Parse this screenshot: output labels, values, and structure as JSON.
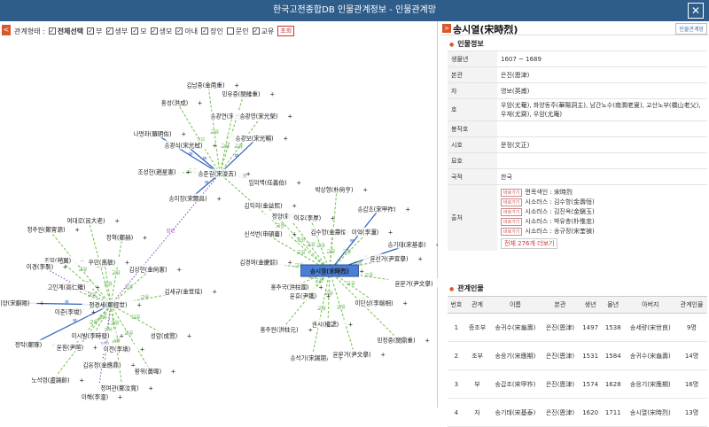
{
  "window": {
    "title": "한국고전종합DB 인물관계정보 - 인물관계망",
    "close": "✕"
  },
  "left": {
    "collapse": "<",
    "filters": {
      "label": "관계형태 :",
      "items": [
        {
          "label": "전체선택",
          "checked": true,
          "strong": true
        },
        {
          "label": "부",
          "checked": true
        },
        {
          "label": "생부",
          "checked": true
        },
        {
          "label": "모",
          "checked": true
        },
        {
          "label": "생모",
          "checked": true
        },
        {
          "label": "아내",
          "checked": true
        },
        {
          "label": "장인",
          "checked": true
        },
        {
          "label": "문인",
          "checked": false
        },
        {
          "label": "교유",
          "checked": true
        }
      ],
      "reset": "초회"
    }
  },
  "graph": {
    "center": "송시열(宋時烈)",
    "nodes": [
      {
        "id": "n0",
        "label": "송시열(宋時烈)"
      },
      {
        "id": "n1",
        "label": "송준길(宋浚吉)"
      },
      {
        "id": "n2",
        "label": "정경세(鄭經世)"
      },
      {
        "id": "n3",
        "label": "김남중(金南重)"
      },
      {
        "id": "n4",
        "label": "민유중(閔維重)"
      },
      {
        "id": "n5",
        "label": "홍성(洪成)"
      },
      {
        "id": "n6",
        "label": "송광연(宋光然)"
      },
      {
        "id": "n7",
        "label": "송광영(宋光榮)"
      },
      {
        "id": "n8",
        "label": "나명좌(羅明佐)"
      },
      {
        "id": "n9",
        "label": "송광보(宋光輔)"
      },
      {
        "id": "n10",
        "label": "송광식(宋光栻)"
      },
      {
        "id": "n11",
        "label": "조성헌(趙星憲)"
      },
      {
        "id": "n12",
        "label": "송이창(宋爾昌)"
      },
      {
        "id": "n13",
        "label": "임의백(任義伯)"
      },
      {
        "id": "n14",
        "label": "박상형(朴尙亨)"
      },
      {
        "id": "n15",
        "label": "송갑조(宋甲祚)"
      },
      {
        "id": "n16",
        "label": "김익희(金益熙)"
      },
      {
        "id": "n17",
        "label": "정양(鄭瀁)"
      },
      {
        "id": "n18",
        "label": "이후(李厚)"
      },
      {
        "id": "n19",
        "label": "김수항(金壽恒)"
      },
      {
        "id": "n20",
        "label": "이익(李瀷)"
      },
      {
        "id": "n21",
        "label": "신석번(申碩蕃)"
      },
      {
        "id": "n22",
        "label": "송기태(宋基泰)"
      },
      {
        "id": "n23",
        "label": "김경여(金慶餘)"
      },
      {
        "id": "n24",
        "label": "윤선거(尹宣擧)"
      },
      {
        "id": "n25",
        "label": "윤문거(尹文擧)"
      },
      {
        "id": "n26",
        "label": "홍주국(洪柱國)"
      },
      {
        "id": "n27",
        "label": "윤휴(尹鑴)"
      },
      {
        "id": "n28",
        "label": "이단상(李端相)"
      },
      {
        "id": "n29",
        "label": "홍주원(洪柱元)"
      },
      {
        "id": "n30",
        "label": "권시(權諰)"
      },
      {
        "id": "n31",
        "label": "민정중(閔鼎重)"
      },
      {
        "id": "n32",
        "label": "송석기(宋錫期)"
      },
      {
        "id": "n33",
        "label": "윤문거(尹文擧)"
      },
      {
        "id": "n34",
        "label": "정주원(鄭冑源)"
      },
      {
        "id": "n35",
        "label": "여대로(呂大老)"
      },
      {
        "id": "n36",
        "label": "정혁(鄭赫)"
      },
      {
        "id": "n37",
        "label": "조익(趙翼)"
      },
      {
        "id": "n38",
        "label": "우민(禹敏)"
      },
      {
        "id": "n39",
        "label": "이경(李褧)"
      },
      {
        "id": "n40",
        "label": "고인계(高仁繼)"
      },
      {
        "id": "n41",
        "label": "김상헌(金尙憲)"
      },
      {
        "id": "n42",
        "label": "김세규(金世珪)"
      },
      {
        "id": "n43",
        "label": "송기양(宋麒陽)"
      },
      {
        "id": "n44",
        "label": "이준(李埈)"
      },
      {
        "id": "n45",
        "label": "이시발(李時發)"
      },
      {
        "id": "n46",
        "label": "정탁(鄭琢)"
      },
      {
        "id": "n47",
        "label": "윤훤(尹暄)"
      },
      {
        "id": "n48",
        "label": "이전(李㙉)"
      },
      {
        "id": "n49",
        "label": "김응정(金應鼎)"
      },
      {
        "id": "n50",
        "label": "성람(成覽)"
      },
      {
        "id": "n51",
        "label": "노석령(盧錫齡)"
      },
      {
        "id": "n52",
        "label": "황위(黃暐)"
      },
      {
        "id": "n53",
        "label": "정여관(鄭汝寬)"
      },
      {
        "id": "n54",
        "label": "이해(李瀣)"
      }
    ],
    "edges": [
      {
        "from": "n1",
        "to": "n3",
        "label": "교유",
        "style": "dash"
      },
      {
        "from": "n1",
        "to": "n4",
        "label": "교유",
        "style": "dash"
      },
      {
        "from": "n1",
        "to": "n5",
        "label": "교유",
        "style": "dash"
      },
      {
        "from": "n1",
        "to": "n6",
        "label": "교유",
        "style": "dash"
      },
      {
        "from": "n1",
        "to": "n7",
        "label": "교유",
        "style": "dash"
      },
      {
        "from": "n1",
        "to": "n8",
        "label": "부",
        "style": "solid"
      },
      {
        "from": "n1",
        "to": "n9",
        "label": "부",
        "style": "solid"
      },
      {
        "from": "n1",
        "to": "n10",
        "label": "부",
        "style": "solid"
      },
      {
        "from": "n1",
        "to": "n11",
        "label": "교유",
        "style": "dash"
      },
      {
        "from": "n1",
        "to": "n12",
        "label": "부",
        "style": "solid"
      },
      {
        "from": "n1",
        "to": "n13",
        "label": "교유",
        "style": "dash"
      },
      {
        "from": "n1",
        "to": "n2",
        "label": "장인",
        "style": "dotted"
      },
      {
        "from": "n0",
        "to": "n1",
        "label": "교유",
        "style": "dash"
      },
      {
        "from": "n0",
        "to": "n14",
        "label": "교유",
        "style": "dash"
      },
      {
        "from": "n0",
        "to": "n15",
        "label": "부",
        "style": "solid"
      },
      {
        "from": "n0",
        "to": "n16",
        "label": "교유",
        "style": "dash"
      },
      {
        "from": "n0",
        "to": "n17",
        "label": "교유",
        "style": "dash"
      },
      {
        "from": "n0",
        "to": "n18",
        "label": "교유",
        "style": "dash"
      },
      {
        "from": "n0",
        "to": "n19",
        "label": "교유",
        "style": "dash"
      },
      {
        "from": "n0",
        "to": "n20",
        "label": "교유",
        "style": "dash"
      },
      {
        "from": "n0",
        "to": "n21",
        "label": "교유",
        "style": "dash"
      },
      {
        "from": "n0",
        "to": "n22",
        "label": "부",
        "style": "solid"
      },
      {
        "from": "n0",
        "to": "n23",
        "label": "교유",
        "style": "dash"
      },
      {
        "from": "n0",
        "to": "n24",
        "label": "교유",
        "style": "dash"
      },
      {
        "from": "n0",
        "to": "n25",
        "label": "교유",
        "style": "dash"
      },
      {
        "from": "n0",
        "to": "n26",
        "label": "교유",
        "style": "dash"
      },
      {
        "from": "n0",
        "to": "n27",
        "label": "교유",
        "style": "dash"
      },
      {
        "from": "n0",
        "to": "n28",
        "label": "교유",
        "style": "dash"
      },
      {
        "from": "n0",
        "to": "n29",
        "label": "교유",
        "style": "dash"
      },
      {
        "from": "n0",
        "to": "n30",
        "label": "교유",
        "style": "dash"
      },
      {
        "from": "n0",
        "to": "n31",
        "label": "교유",
        "style": "dash"
      },
      {
        "from": "n0",
        "to": "n32",
        "label": "교유",
        "style": "dash"
      },
      {
        "from": "n0",
        "to": "n33",
        "label": "교유",
        "style": "dash"
      },
      {
        "from": "n2",
        "to": "n34",
        "label": "교유",
        "style": "dash"
      },
      {
        "from": "n2",
        "to": "n35",
        "label": "교유",
        "style": "dash"
      },
      {
        "from": "n2",
        "to": "n36",
        "label": "교유",
        "style": "dash"
      },
      {
        "from": "n2",
        "to": "n37",
        "label": "교유",
        "style": "dash"
      },
      {
        "from": "n2",
        "to": "n38",
        "label": "교유",
        "style": "dash"
      },
      {
        "from": "n2",
        "to": "n39",
        "label": "장인",
        "style": "dotted"
      },
      {
        "from": "n2",
        "to": "n40",
        "label": "교유",
        "style": "dash"
      },
      {
        "from": "n2",
        "to": "n41",
        "label": "교유",
        "style": "dash"
      },
      {
        "from": "n2",
        "to": "n42",
        "label": "교유",
        "style": "dash"
      },
      {
        "from": "n2",
        "to": "n43",
        "label": "부",
        "style": "solid"
      },
      {
        "from": "n2",
        "to": "n44",
        "label": "교유",
        "style": "dash"
      },
      {
        "from": "n2",
        "to": "n45",
        "label": "교유",
        "style": "dash"
      },
      {
        "from": "n2",
        "to": "n46",
        "label": "부",
        "style": "solid"
      },
      {
        "from": "n2",
        "to": "n47",
        "label": "교유",
        "style": "dash"
      },
      {
        "from": "n2",
        "to": "n48",
        "label": "교유",
        "style": "dash"
      },
      {
        "from": "n2",
        "to": "n49",
        "label": "교유",
        "style": "dash"
      },
      {
        "from": "n2",
        "to": "n50",
        "label": "교유",
        "style": "dash"
      },
      {
        "from": "n2",
        "to": "n51",
        "label": "교유",
        "style": "dash"
      },
      {
        "from": "n2",
        "to": "n52",
        "label": "교유",
        "style": "dash"
      },
      {
        "from": "n2",
        "to": "n53",
        "label": "교유",
        "style": "dash"
      },
      {
        "from": "n2",
        "to": "n54",
        "label": "장인",
        "style": "dotted"
      }
    ]
  },
  "right": {
    "collapse": ">",
    "name": "송시열(宋時烈)",
    "rel_button": "인물관계망",
    "info_title": "인물정보",
    "info": [
      {
        "k": "생몰년",
        "v": "1607 ~ 1689"
      },
      {
        "k": "본관",
        "v": "은진(恩津)"
      },
      {
        "k": "자",
        "v": "영보(英甫)"
      },
      {
        "k": "호",
        "v": "우암(尤菴), 화양동주(華陽洞主), 남간노수(南澗老叟), 교산노부(橋山老父), 우재(尤齋), 우암(尤庵)"
      },
      {
        "k": "봉작호",
        "v": ""
      },
      {
        "k": "시호",
        "v": "문정(文正)"
      },
      {
        "k": "묘호",
        "v": ""
      },
      {
        "k": "국적",
        "v": "한국"
      }
    ],
    "source_key": "출처",
    "sources": [
      {
        "btn": "바로가기",
        "text": "편목색인 : 宋時烈"
      },
      {
        "btn": "바로가기",
        "text": "시소러스 : 김수항(金壽恒)"
      },
      {
        "btn": "바로가기",
        "text": "시소러스 : 김진옥(金鎭玉)"
      },
      {
        "btn": "바로가기",
        "text": "시소러스 : 박유충(朴惟忠)"
      },
      {
        "btn": "바로가기",
        "text": "시소러스 : 송규정(宋奎禎)"
      }
    ],
    "more": "전체 276개 더보기",
    "rel_title": "관계인물",
    "rel_headers": [
      "번호",
      "관계",
      "이름",
      "본관",
      "생년",
      "몰년",
      "아버지",
      "관계인물"
    ],
    "rel_rows": [
      [
        "1",
        "증조부",
        "송귀수(宋龜壽)",
        "은진(恩津)",
        "1497",
        "1538",
        "송세량(宋世良)",
        "9명"
      ],
      [
        "2",
        "조부",
        "송응기(宋應期)",
        "은진(恩津)",
        "1531",
        "1584",
        "송귀수(宋龜壽)",
        "14명"
      ],
      [
        "3",
        "부",
        "송갑조(宋甲祚)",
        "은진(恩津)",
        "1574",
        "1628",
        "송응기(宋應期)",
        "16명"
      ],
      [
        "4",
        "자",
        "송기태(宋基泰)",
        "은진(恩津)",
        "1620",
        "1711",
        "송시열(宋時烈)",
        "13명"
      ]
    ]
  }
}
